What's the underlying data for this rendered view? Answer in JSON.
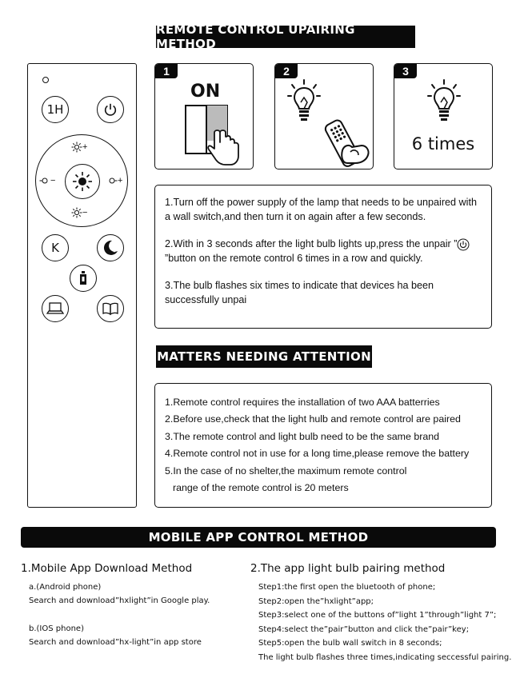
{
  "banners": {
    "unpair": "REMOTE CONTROL UPAIRING METHOD",
    "attention": "MATTERS NEEDING ATTENTION",
    "app": "MOBILE APP CONTROL METHOD"
  },
  "remote": {
    "timer_label": "1H",
    "brightness_up": "+",
    "brightness_down": "−",
    "cct_down": "−",
    "cct_up": "+",
    "k_label": "K"
  },
  "steps": [
    {
      "number": "1",
      "label": "ON"
    },
    {
      "number": "2"
    },
    {
      "number": "3",
      "label": "6 times"
    }
  ],
  "unpair_instructions": {
    "p1": "1.Turn off the power supply of the lamp that needs to be unpaired with a wall switch,and then turn it on again after a few seconds.",
    "p2_before": "2.With in 3 seconds after the light bulb lights up,press the unpair ”",
    "p2_after": " ”button on the remote control 6 times in a row and quickly.",
    "p3": "3.The bulb flashes six times to indicate that devices ha been successfully unpai"
  },
  "matters": {
    "items": [
      "1.Remote control requires the installation of two AAA batterries",
      "2.Before use,check that the light hulb and remote control are paired",
      "3.The remote control and light bulb need to be the same brand",
      "4.Remote control not in use for a long time,please remove the battery",
      "5.In the case of no shelter,the maximum remote control"
    ],
    "continuation": "range of the remote control is 20 meters"
  },
  "app": {
    "download_title": "1.Mobile App Download Method",
    "android_label": "a.(Android phone)",
    "android_text": "Search and download”hxlight”in Google play.",
    "ios_label": "b.(IOS phone)",
    "ios_text": "Search and download”hx-light”in app store",
    "pair_title": "2.The app light bulb pairing method",
    "pair_steps": [
      "Step1:the first open the bluetooth of phone;",
      "Step2:open the”hxlight”app;",
      "Step3:select one of the buttons of”light 1”through”light 7”;",
      "Step4:select the”pair”button and click the”pair”key;",
      "Step5:open the bulb wall switch in 8 seconds;",
      "The light bulb flashes three times,indicating seccessful pairing."
    ]
  }
}
